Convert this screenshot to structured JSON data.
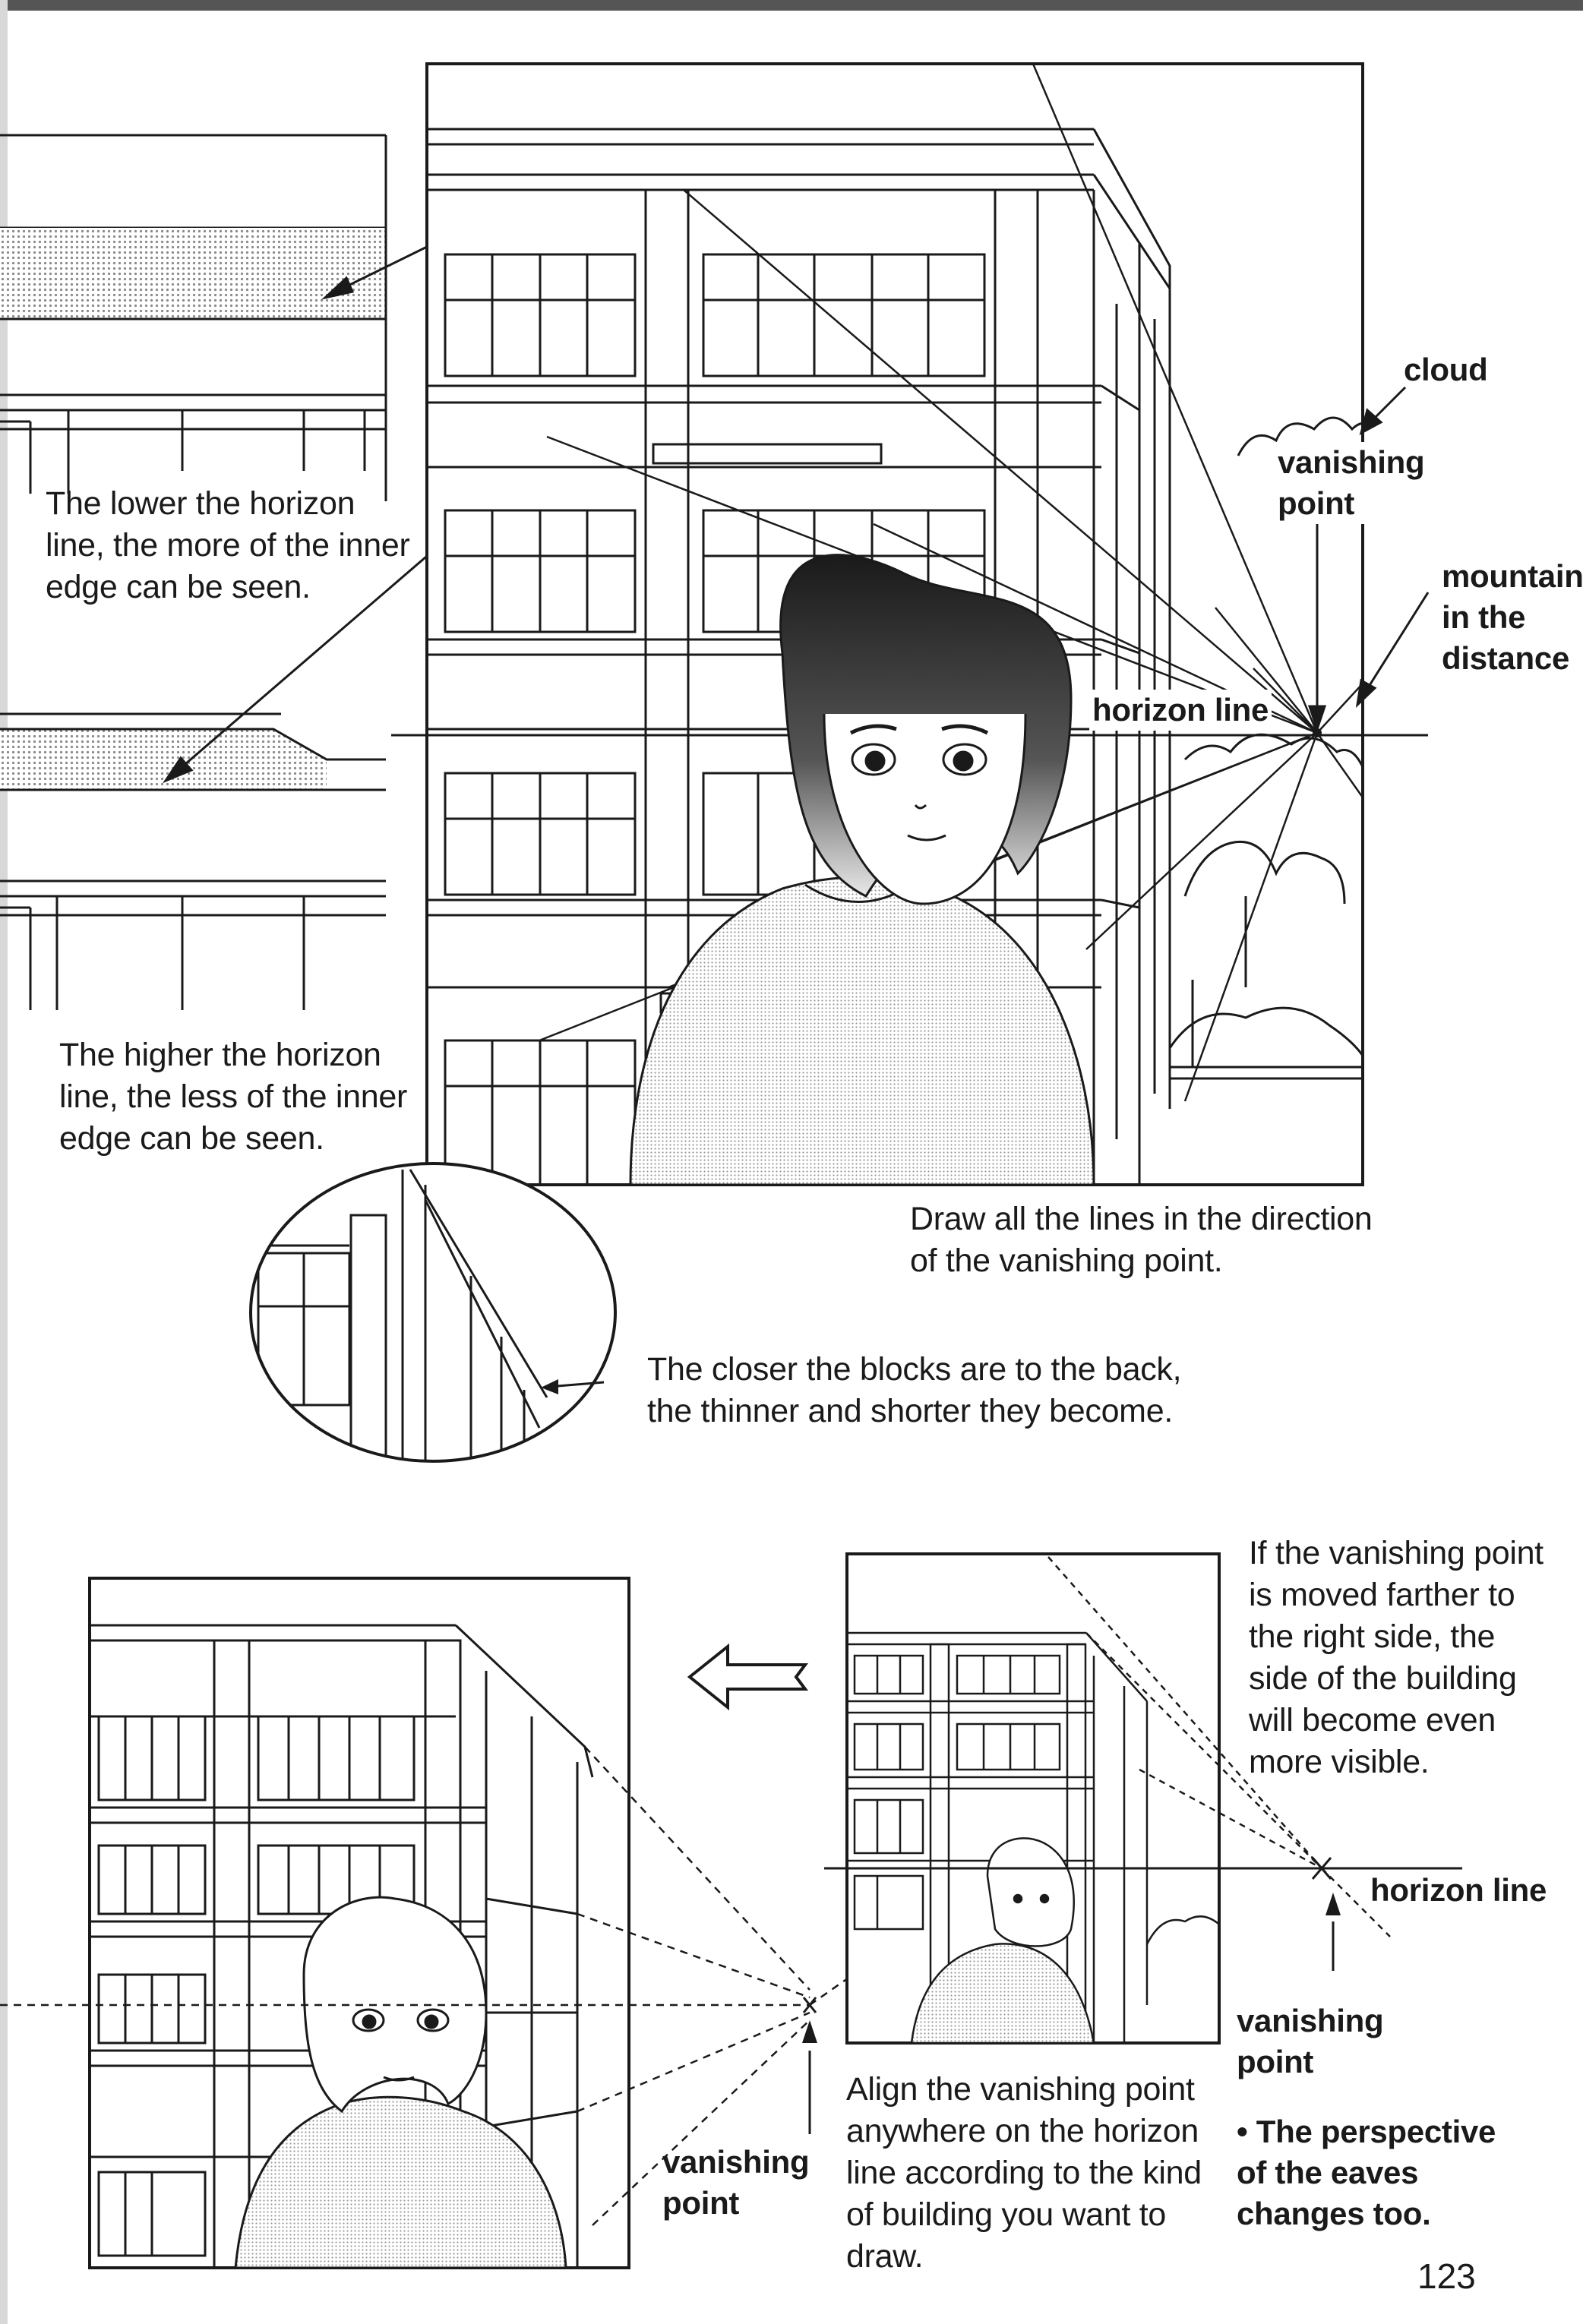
{
  "annotations": {
    "lower_horizon": "The lower the horizon\nline, the more of the inner\nedge can be seen.",
    "higher_horizon": "The higher the horizon\nline, the less of the inner\nedge can be seen.",
    "draw_lines": "Draw all the lines in the direction\nof the vanishing point.",
    "closer_blocks": "The closer the blocks are to the back,\nthe thinner and shorter they become.",
    "vp_moved_right": "If the vanishing point\nis moved farther to\nthe right side, the\nside of the building\nwill become even\nmore visible.",
    "align_vp": "Align the vanishing point\nanywhere on the horizon\nline according to the kind\nof building you want to\ndraw.",
    "eaves_note": "• The perspective\nof the eaves\nchanges too."
  },
  "labels": {
    "cloud": "cloud",
    "vanishing_point_top": "vanishing\npoint",
    "mountain": "mountain\nin the\ndistance",
    "horizon_line_top": "horizon line",
    "horizon_line_right": "horizon line",
    "vanishing_point_mid": "vanishing\npoint",
    "vanishing_point_bottom": "vanishing\npoint"
  },
  "page_number": "123",
  "colors": {
    "ink": "#1a1a1a",
    "tone": "#c8c8c8",
    "paper": "#ffffff"
  }
}
